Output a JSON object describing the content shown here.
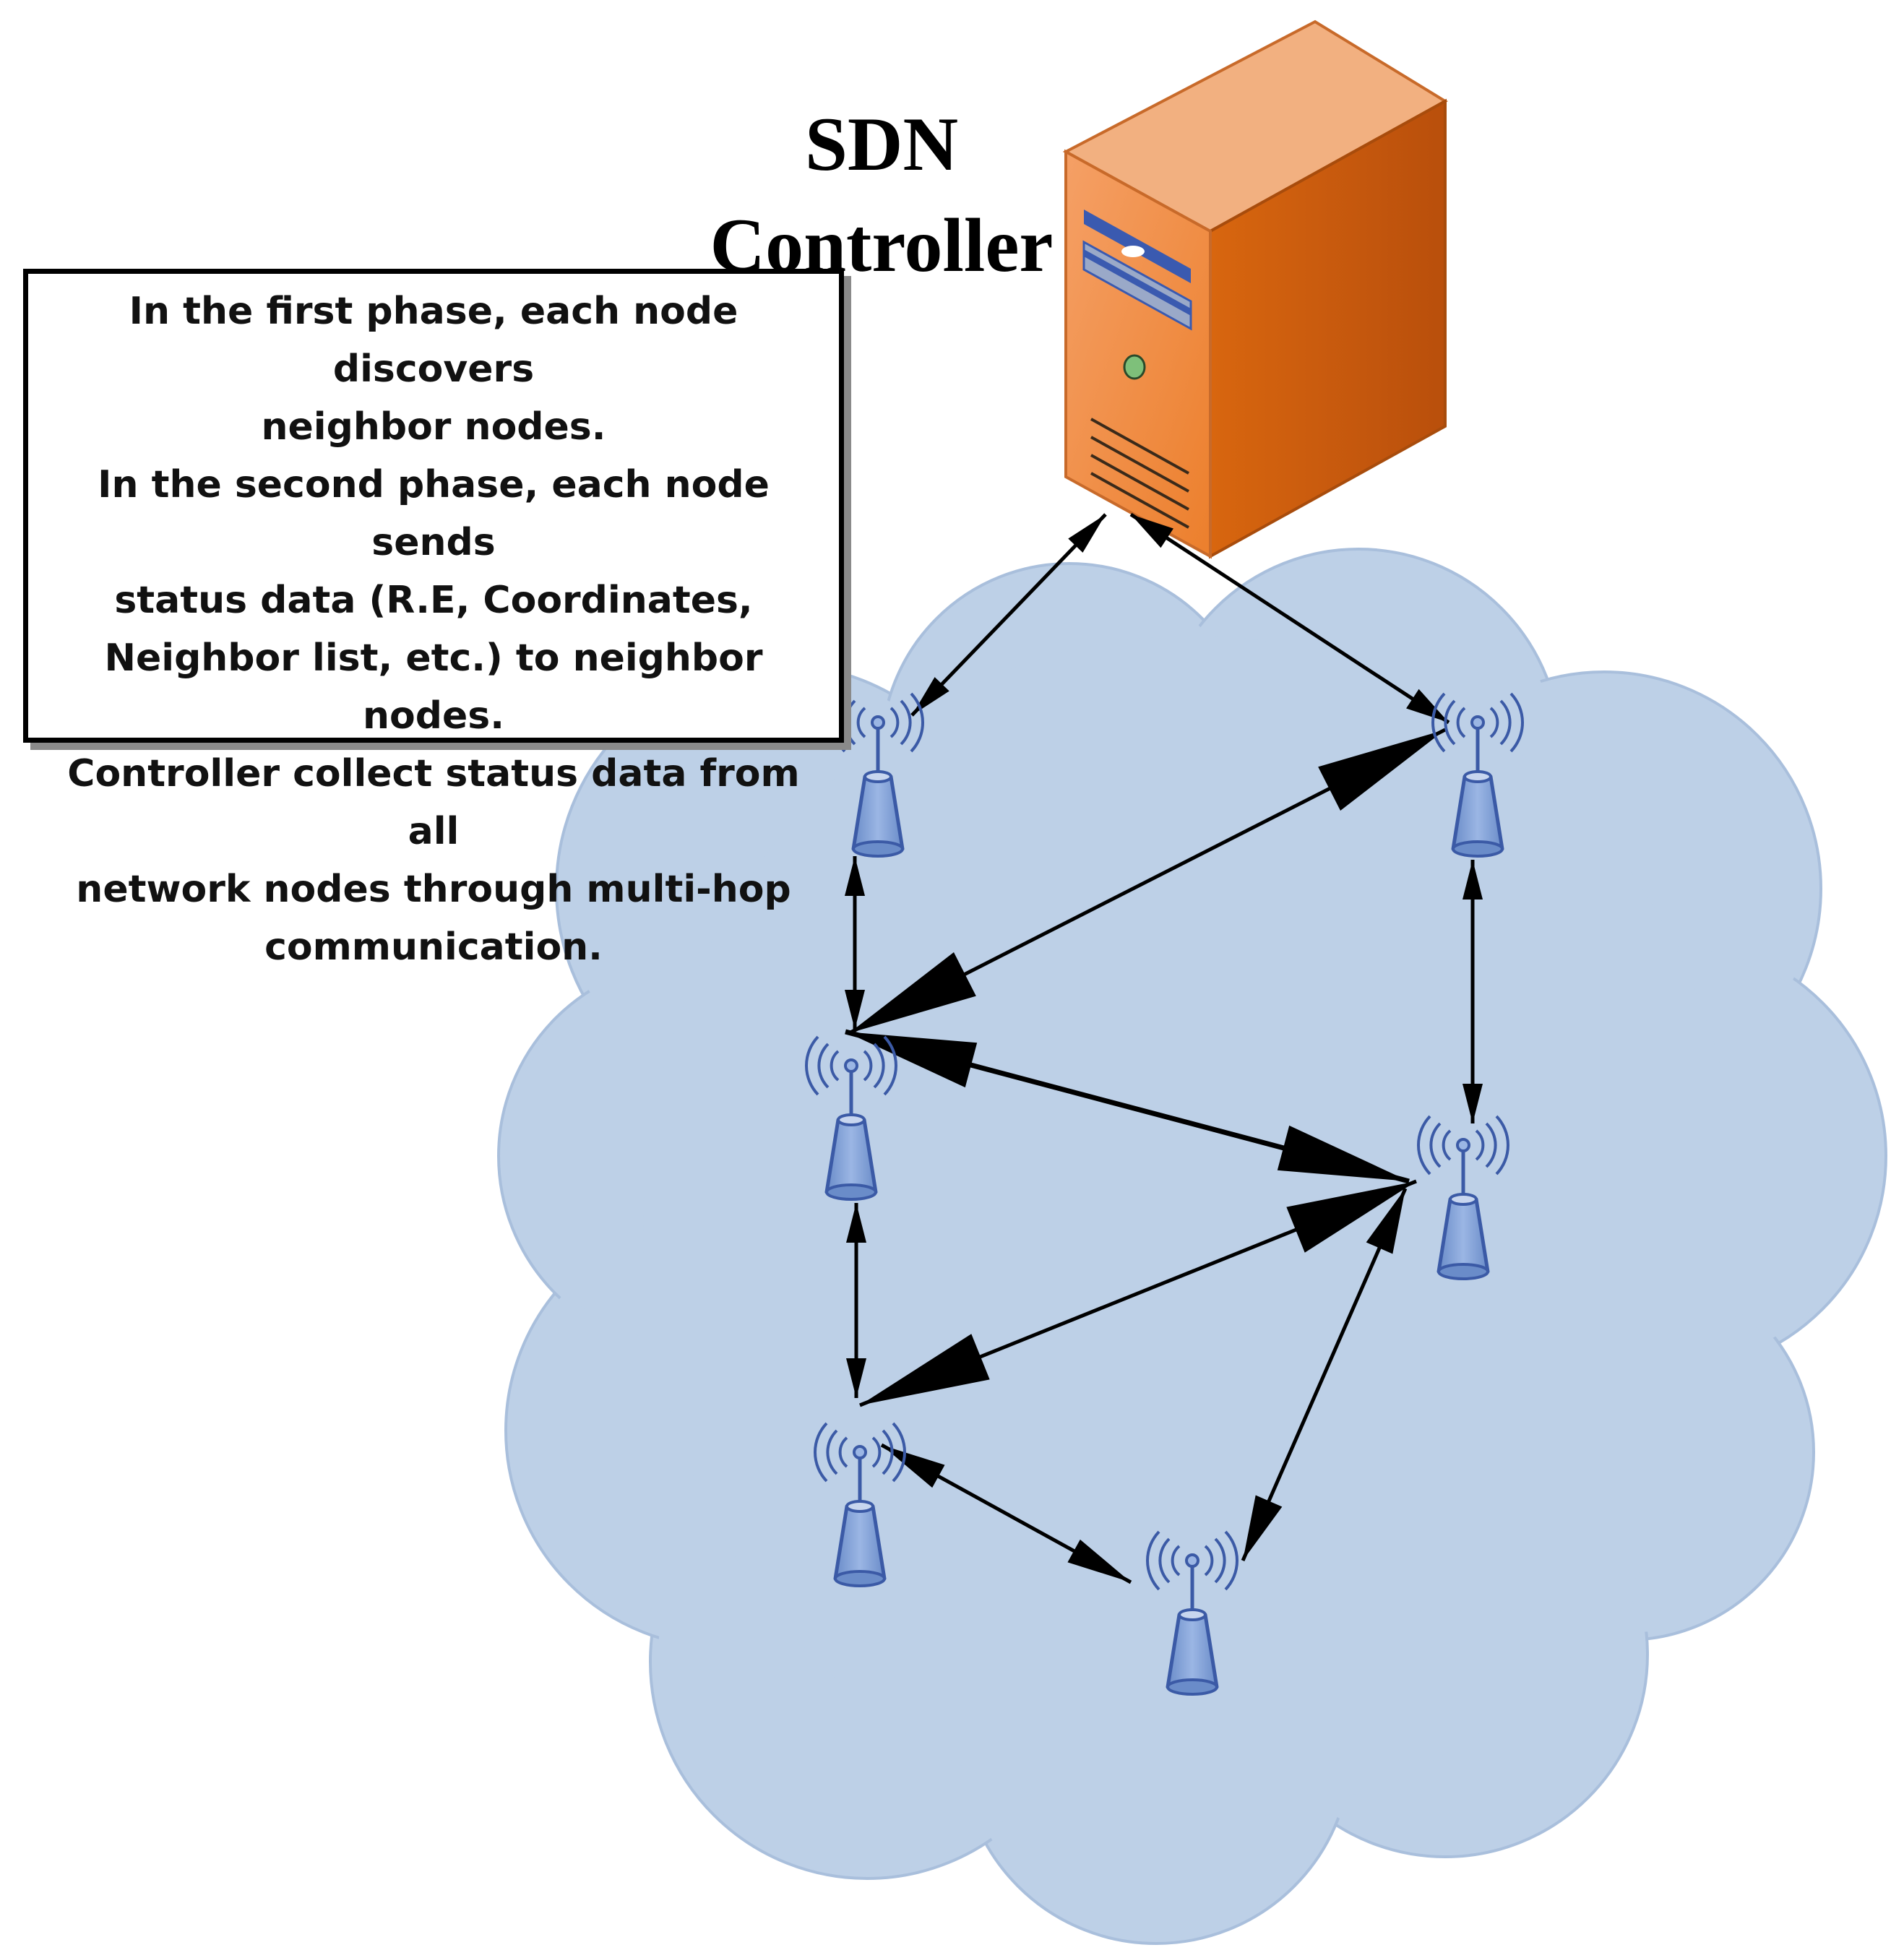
{
  "title": {
    "line1": "SDN",
    "line2": "Controller"
  },
  "note": {
    "lines": [
      "In the first phase, each node discovers",
      "neighbor nodes.",
      "In the second phase, each node sends",
      "status data (R.E, Coordinates,",
      "Neighbor list, etc.) to neighbor nodes.",
      "Controller collect status data from all",
      "network nodes through multi-hop",
      "communication."
    ]
  },
  "icons": {
    "controller": "server-tower-icon",
    "node": "wireless-sensor-node-icon"
  },
  "colors": {
    "cloud": "#bdd0e7",
    "server_front": "#f08a3c",
    "server_side": "#c85a10",
    "server_top": "#f2b080",
    "node_fill": "#7f9fd4",
    "node_stroke": "#3b5aa6",
    "arrow": "#000000"
  }
}
